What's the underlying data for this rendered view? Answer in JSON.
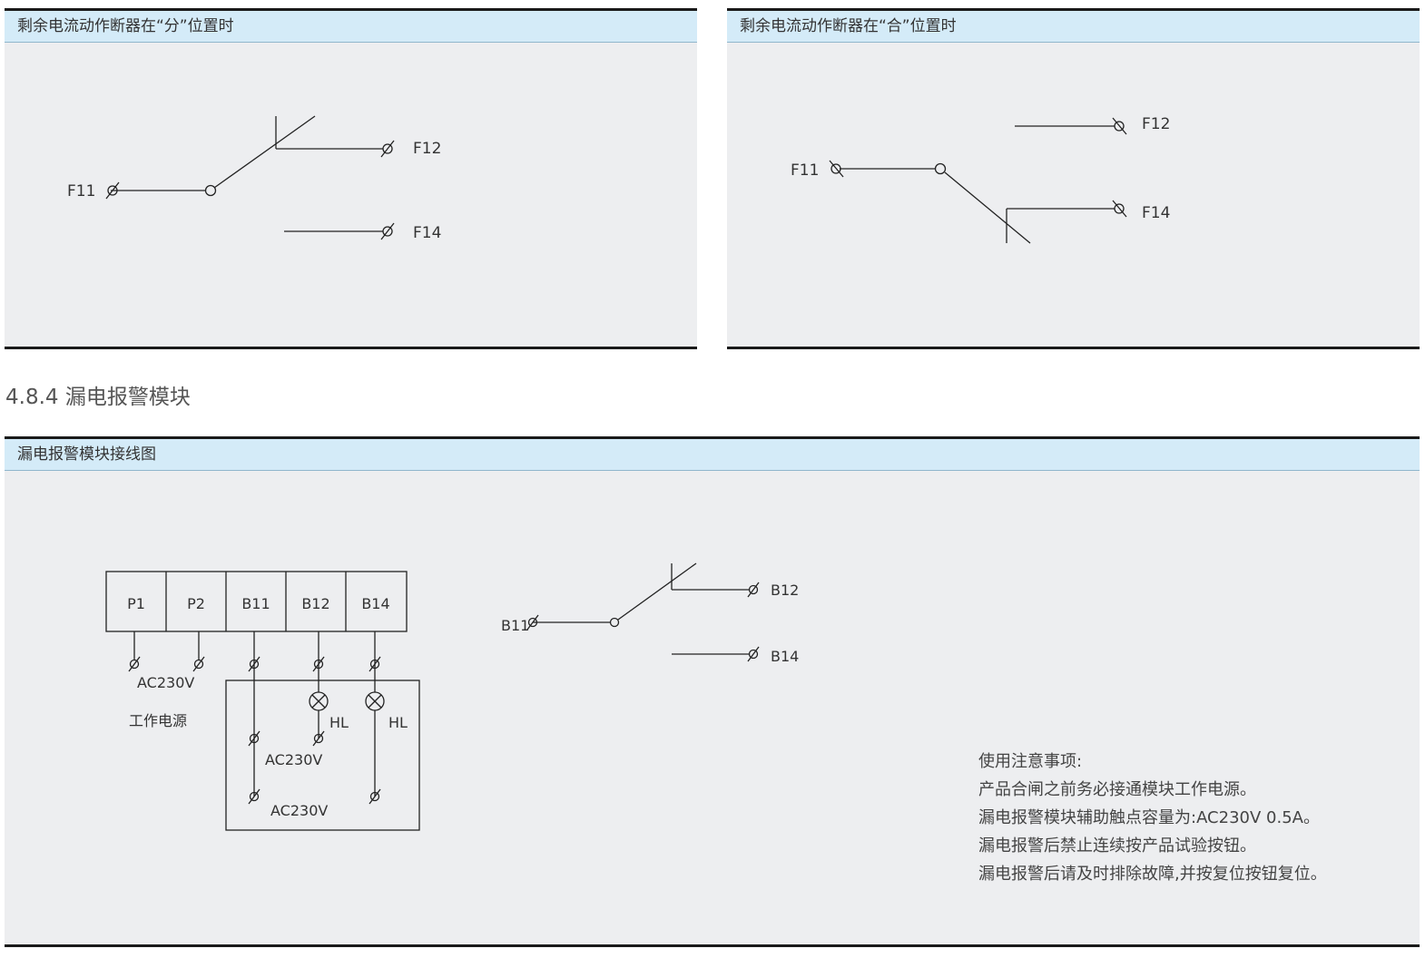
{
  "panel_open": {
    "title": "剩余电流动作断器在“分”位置时",
    "labels": {
      "f11": "F11",
      "f12": "F12",
      "f14": "F14"
    }
  },
  "panel_closed": {
    "title": "剩余电流动作断器在“合”位置时",
    "labels": {
      "f11": "F11",
      "f12": "F12",
      "f14": "F14"
    }
  },
  "section": {
    "title": "4.8.4 漏电报警模块"
  },
  "panel_wiring": {
    "title": "漏电报警模块接线图",
    "terminals": [
      "P1",
      "P2",
      "B11",
      "B12",
      "B14"
    ],
    "supply_voltage": "AC230V",
    "supply_label": "工作电源",
    "lamp_label": "HL",
    "circuit_voltage_1": "AC230V",
    "circuit_voltage_2": "AC230V",
    "contact_labels": {
      "b11": "B11",
      "b12": "B12",
      "b14": "B14"
    },
    "notes": [
      "使用注意事项:",
      "产品合闸之前务必接通模块工作电源。",
      "漏电报警模块辅助触点容量为:AC230V 0.5A。",
      "漏电报警后禁止连续按产品试验按钮。",
      "漏电报警后请及时排除故障,并按复位按钮复位。"
    ]
  }
}
